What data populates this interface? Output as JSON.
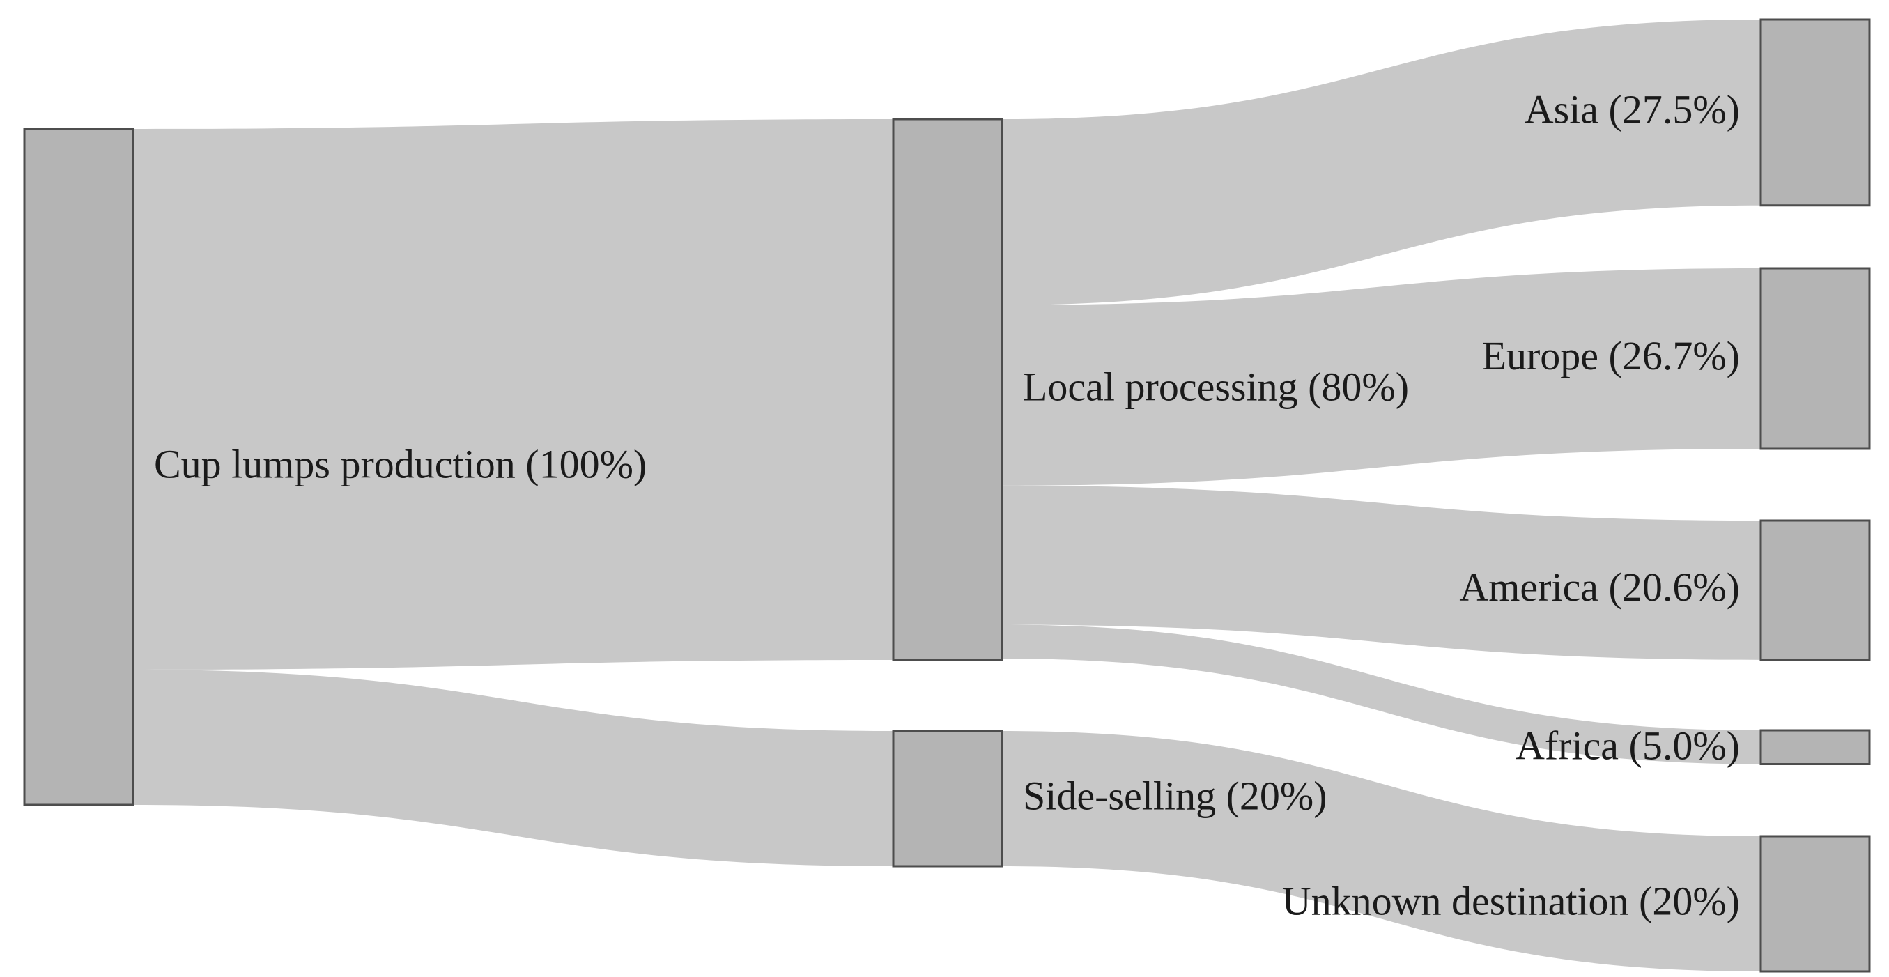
{
  "chart_data": {
    "type": "sankey",
    "nodes": [
      {
        "id": "cup",
        "label": "Cup lumps production (100%)",
        "value": 100,
        "column": 0
      },
      {
        "id": "local",
        "label": "Local processing (80%)",
        "value": 80,
        "column": 1
      },
      {
        "id": "side",
        "label": "Side-selling (20%)",
        "value": 20,
        "column": 1
      },
      {
        "id": "asia",
        "label": "Asia (27.5%)",
        "value": 27.5,
        "column": 2
      },
      {
        "id": "europe",
        "label": "Europe (26.7%)",
        "value": 26.7,
        "column": 2
      },
      {
        "id": "america",
        "label": "America (20.6%)",
        "value": 20.6,
        "column": 2
      },
      {
        "id": "africa",
        "label": "Africa (5.0%)",
        "value": 5.0,
        "column": 2
      },
      {
        "id": "unknown",
        "label": "Unknown destination (20%)",
        "value": 20,
        "column": 2
      }
    ],
    "links": [
      {
        "source": "cup",
        "target": "local",
        "value": 80
      },
      {
        "source": "cup",
        "target": "side",
        "value": 20
      },
      {
        "source": "local",
        "target": "asia",
        "value": 27.5
      },
      {
        "source": "local",
        "target": "europe",
        "value": 26.7
      },
      {
        "source": "local",
        "target": "america",
        "value": 20.6
      },
      {
        "source": "local",
        "target": "africa",
        "value": 5.0
      },
      {
        "source": "side",
        "target": "unknown",
        "value": 20
      }
    ],
    "colors": {
      "link": "#c8c8c8",
      "node": "#b4b4b4",
      "node_border": "#4d4d4d"
    }
  }
}
